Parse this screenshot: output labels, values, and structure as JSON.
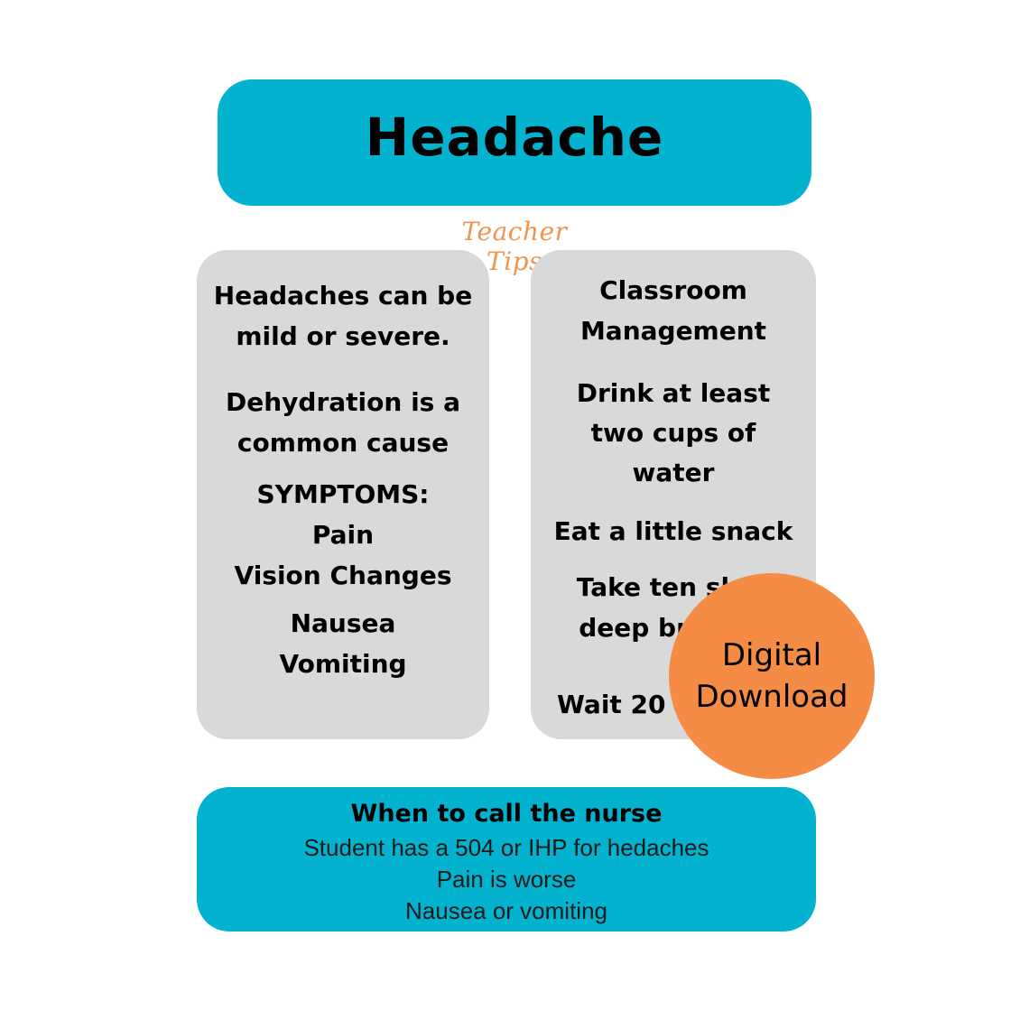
{
  "colors": {
    "teal": "#02b2cf",
    "gray_card": "#d9d9d9",
    "orange": "#f58c45",
    "subtitle_orange": "#f0954f"
  },
  "header": {
    "title": "Headache"
  },
  "subtitle": "Teacher Tips",
  "left_card": {
    "lines": [
      "Headaches can be",
      "mild or severe.",
      "Dehydration is a",
      "common cause",
      "SYMPTOMS:",
      "Pain",
      "Vision Changes",
      "Nausea",
      "Vomiting"
    ]
  },
  "right_card": {
    "lines": [
      "Classroom",
      "Management",
      "Drink at least",
      "two cups of",
      "water",
      "Eat a little snack",
      "Take ten slow",
      "deep breaths",
      "Wait 20 minutes"
    ]
  },
  "badge": {
    "line1": "Digital",
    "line2": "Download"
  },
  "nurse_box": {
    "heading": "When to call the nurse",
    "lines": [
      "Student has a 504 or IHP for hedaches",
      "Pain is worse",
      "Nausea or vomiting"
    ]
  }
}
